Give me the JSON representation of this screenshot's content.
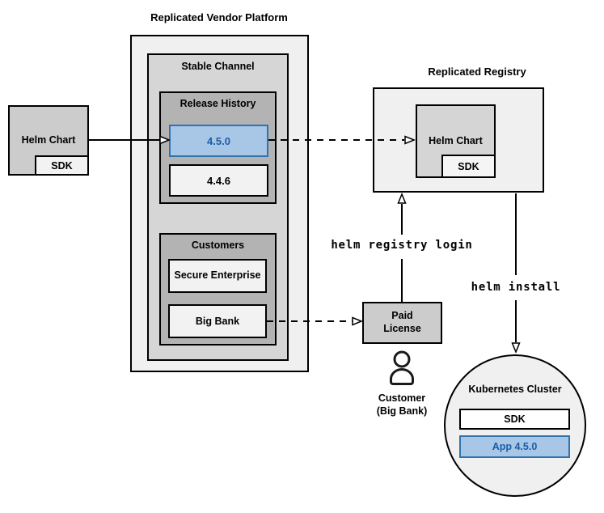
{
  "colors": {
    "highlight_fill": "#a8c7e7",
    "highlight_border": "#3174ad",
    "highlight_text": "#1a5da6"
  },
  "icons": {
    "customer": "person-icon"
  },
  "platform": {
    "title": "Replicated Vendor Platform",
    "stable_channel": {
      "label": "Stable Channel",
      "release_history": {
        "label": "Release History",
        "versions": [
          {
            "label": "4.5.0",
            "highlighted": true
          },
          {
            "label": "4.4.6",
            "highlighted": false
          }
        ]
      },
      "customers": {
        "label": "Customers",
        "items": [
          {
            "label": "Secure Enterprise"
          },
          {
            "label": "Big Bank"
          }
        ]
      }
    }
  },
  "source_chart": {
    "label": "Helm Chart",
    "sdk": "SDK"
  },
  "registry": {
    "title": "Replicated Registry",
    "helm_chart": "Helm Chart",
    "sdk": "SDK"
  },
  "paid_license": {
    "line1": "Paid",
    "line2": "License"
  },
  "customer": {
    "line1": "Customer",
    "line2": "(Big Bank)"
  },
  "commands": {
    "registry_login": "helm registry login",
    "install": "helm install"
  },
  "cluster": {
    "title": "Kubernetes Cluster",
    "sdk": "SDK",
    "app": "App 4.5.0"
  }
}
